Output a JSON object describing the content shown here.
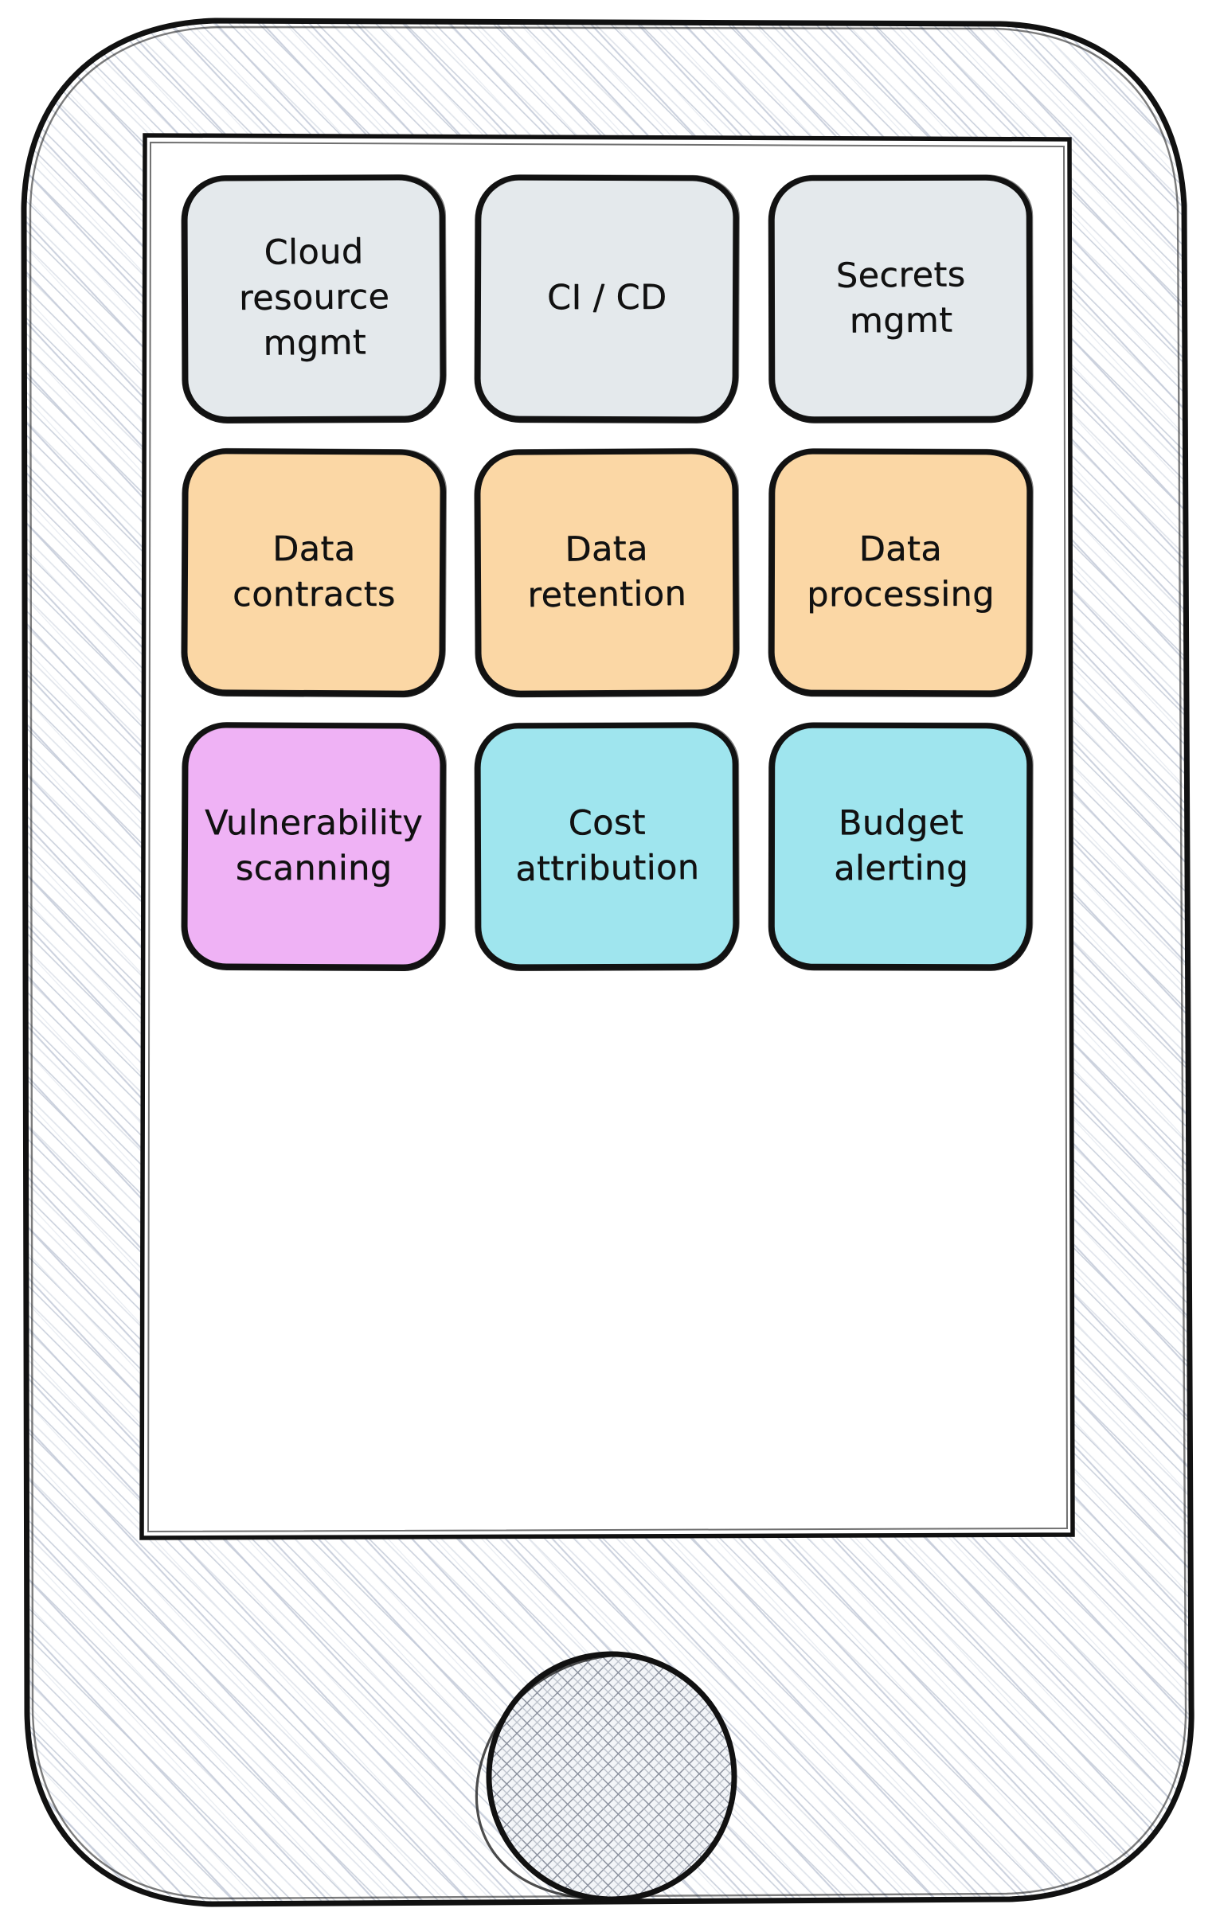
{
  "device": {
    "kind": "phone-mockup",
    "body_fill": "#ffffff",
    "body_hatch_color": "#ccd2dd",
    "body_outline_color": "#111111",
    "screen_fill": "#ffffff",
    "screen_outline_color": "#111111",
    "home_button": {
      "name": "home-button",
      "fill_hatch_color": "#8d93a0",
      "outline_color": "#111111"
    }
  },
  "palette": {
    "gray": "#e4e9ec",
    "orange": "#fbd7a5",
    "violet": "#efb2f5",
    "cyan": "#9fe5ee",
    "ink": "#111111"
  },
  "screen": {
    "grid": {
      "columns": 3,
      "rows": 3,
      "rows_data": [
        {
          "row_index": 1,
          "cards": [
            {
              "label": "Cloud\nresource\nmgmt",
              "color": "#e4e9ec",
              "color_name": "gray"
            },
            {
              "label": "CI / CD",
              "color": "#e4e9ec",
              "color_name": "gray"
            },
            {
              "label": "Secrets\nmgmt",
              "color": "#e4e9ec",
              "color_name": "gray"
            }
          ]
        },
        {
          "row_index": 2,
          "cards": [
            {
              "label": "Data\ncontracts",
              "color": "#fbd7a5",
              "color_name": "orange"
            },
            {
              "label": "Data\nretention",
              "color": "#fbd7a5",
              "color_name": "orange"
            },
            {
              "label": "Data\nprocessing",
              "color": "#fbd7a5",
              "color_name": "orange"
            }
          ]
        },
        {
          "row_index": 3,
          "cards": [
            {
              "label": "Vulnerability\nscanning",
              "color": "#efb2f5",
              "color_name": "violet"
            },
            {
              "label": "Cost\nattribution",
              "color": "#9fe5ee",
              "color_name": "cyan"
            },
            {
              "label": "Budget\nalerting",
              "color": "#9fe5ee",
              "color_name": "cyan"
            }
          ]
        }
      ]
    }
  }
}
